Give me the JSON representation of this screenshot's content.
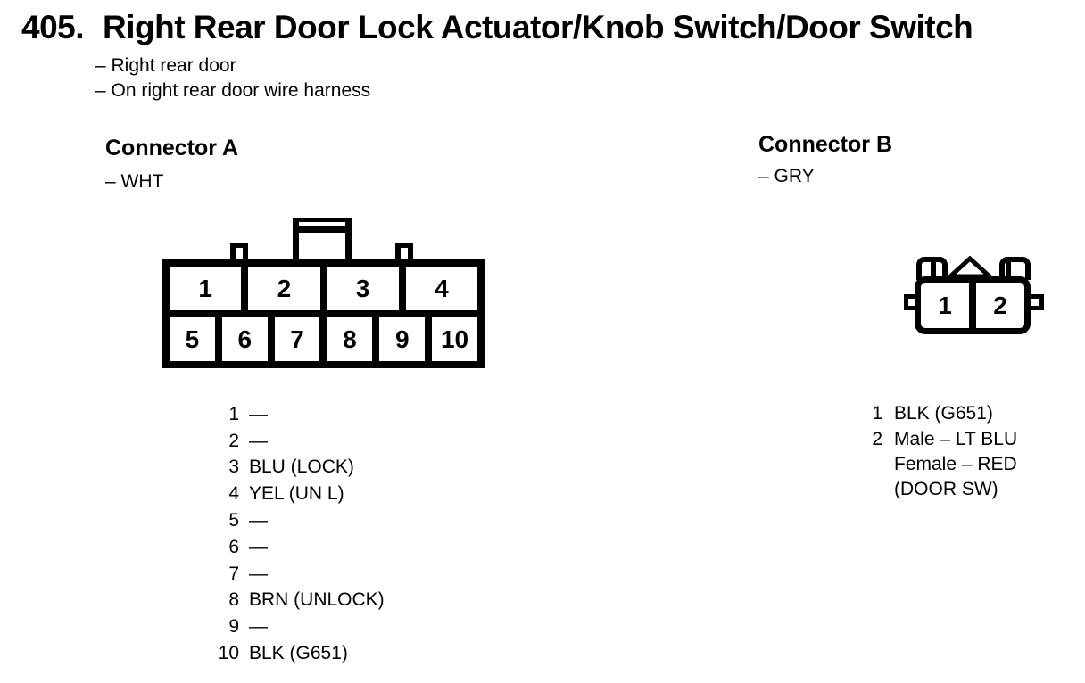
{
  "colors": {
    "ink": "#000000",
    "paper": "#ffffff"
  },
  "page": {
    "number": "405.",
    "title": "Right Rear Door Lock Actuator/Knob Switch/Door Switch",
    "notes": [
      "– Right rear door",
      "– On right rear door wire harness"
    ]
  },
  "connector_a": {
    "heading": "Connector A",
    "color_note": "– WHT",
    "cavities_top": [
      "1",
      "2",
      "3",
      "4"
    ],
    "cavities_bottom": [
      "5",
      "6",
      "7",
      "8",
      "9",
      "10"
    ],
    "pins": [
      {
        "num": "1",
        "value": "—"
      },
      {
        "num": "2",
        "value": "—"
      },
      {
        "num": "3",
        "value": "BLU (LOCK)"
      },
      {
        "num": "4",
        "value": "YEL (UN L)"
      },
      {
        "num": "5",
        "value": "—"
      },
      {
        "num": "6",
        "value": "—"
      },
      {
        "num": "7",
        "value": "—"
      },
      {
        "num": "8",
        "value": "BRN (UNLOCK)"
      },
      {
        "num": "9",
        "value": "—"
      },
      {
        "num": "10",
        "value": "BLK (G651)"
      }
    ]
  },
  "connector_b": {
    "heading": "Connector B",
    "color_note": "– GRY",
    "cavities": [
      "1",
      "2"
    ],
    "pins": [
      {
        "num": "1",
        "value": "BLK (G651)"
      },
      {
        "num": "2",
        "value": "Male – LT BLU\nFemale – RED\n(DOOR SW)"
      }
    ]
  }
}
